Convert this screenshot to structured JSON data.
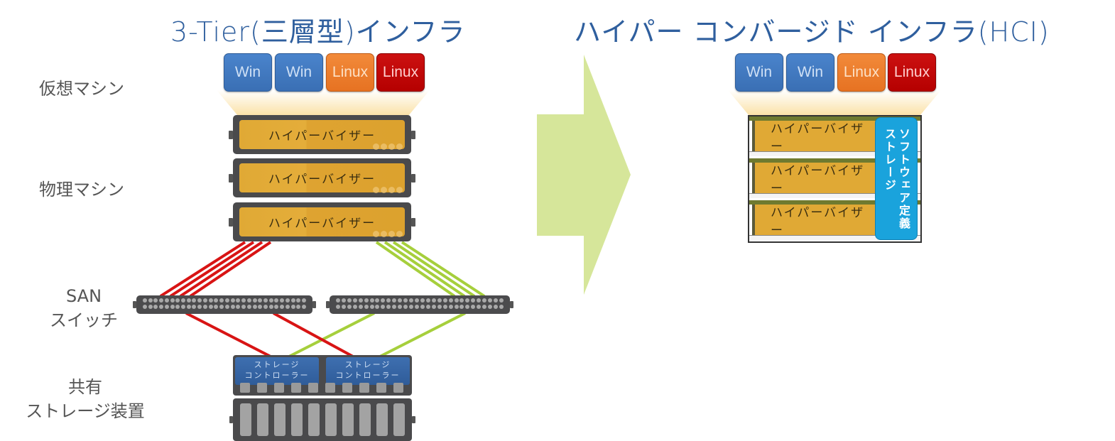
{
  "left": {
    "title": "3-Tier(三層型)インフラ",
    "labels": {
      "virtual_machine": "仮想マシン",
      "physical_machine": "物理マシン",
      "san_line1": "SAN",
      "san_line2": "スイッチ",
      "shared_line1": "共有",
      "shared_line2": "ストレージ装置"
    },
    "vms": [
      {
        "label": "Win",
        "kind": "win"
      },
      {
        "label": "Win",
        "kind": "win"
      },
      {
        "label": "Linux",
        "kind": "lx1"
      },
      {
        "label": "Linux",
        "kind": "lx2"
      }
    ],
    "servers": [
      {
        "label": "ハイパーバイザー"
      },
      {
        "label": "ハイパーバイザー"
      },
      {
        "label": "ハイパーバイザー"
      }
    ],
    "controllers": [
      {
        "line1": "ストレージ",
        "line2": "コントローラー"
      },
      {
        "line1": "ストレージ",
        "line2": "コントローラー"
      }
    ]
  },
  "right": {
    "title": "ハイパー コンバージド インフラ(HCI)",
    "vms": [
      {
        "label": "Win",
        "kind": "win"
      },
      {
        "label": "Win",
        "kind": "win"
      },
      {
        "label": "Linux",
        "kind": "lx1"
      },
      {
        "label": "Linux",
        "kind": "lx2"
      }
    ],
    "nodes": [
      {
        "label": "ハイパーバイザー"
      },
      {
        "label": "ハイパーバイザー"
      },
      {
        "label": "ハイパーバイザー"
      }
    ],
    "sds_line1": "ソフトウェア定義",
    "sds_line2": "ストレージ"
  },
  "colors": {
    "title": "#2f5f9e",
    "arrow": "#d6e69a",
    "cable_a": "#d81414",
    "cable_b": "#a6cf3c",
    "win": "#3f78c0",
    "linux_orange": "#ee7d2c",
    "linux_red": "#bf0505",
    "hypervisor": "#e0a935",
    "sds": "#1aa3dc"
  }
}
